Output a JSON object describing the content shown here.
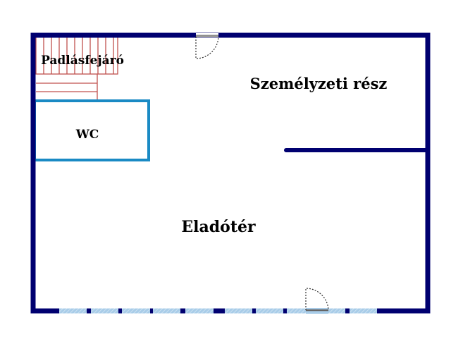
{
  "rooms": {
    "attic_access": "Padlásfejáró",
    "wc": "WC",
    "staff_area": "Személyzeti rész",
    "sales_floor": "Eladótér"
  },
  "colors": {
    "wall": "#000070",
    "wc_wall": "#1a8ac4",
    "stairs": "#c0504d",
    "window": "#a8cce8",
    "door_sill": "#888888"
  }
}
